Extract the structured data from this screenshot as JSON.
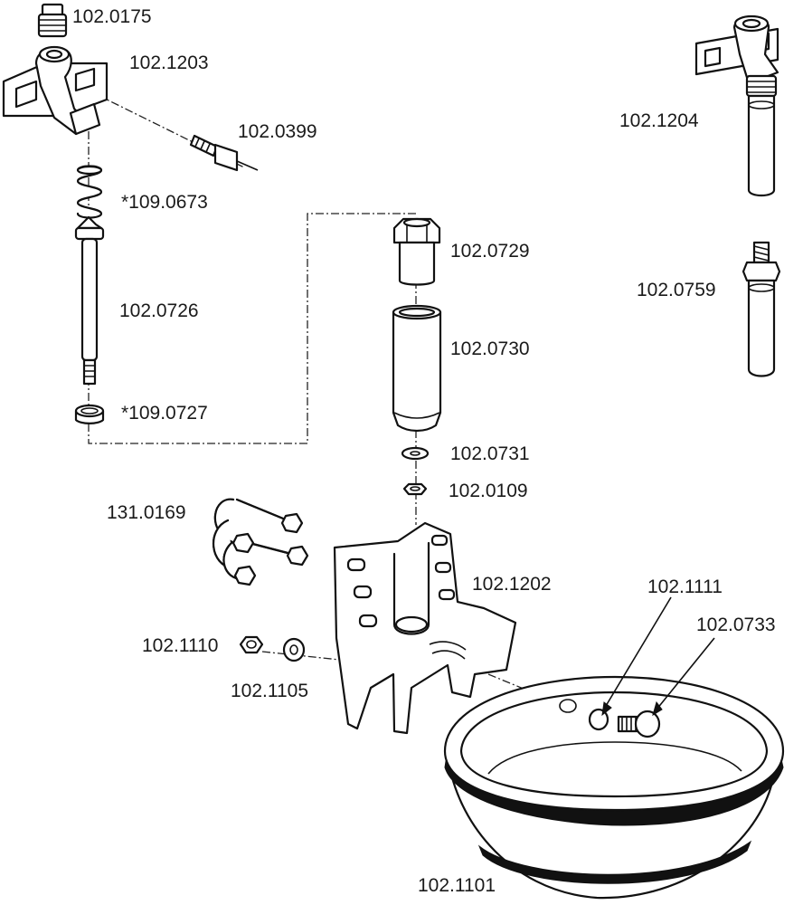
{
  "labels": {
    "p_102_0175": "102.0175",
    "p_102_1203": "102.1203",
    "p_102_0399": "102.0399",
    "p_109_0673": "*109.0673",
    "p_102_0726": "102.0726",
    "p_109_0727": "*109.0727",
    "p_102_0729": "102.0729",
    "p_102_0730": "102.0730",
    "p_102_0731": "102.0731",
    "p_102_0109": "102.0109",
    "p_131_0169": "131.0169",
    "p_102_1202": "102.1202",
    "p_102_1110": "102.1110",
    "p_102_1105": "102.1105",
    "p_102_1111": "102.1111",
    "p_102_0733": "102.0733",
    "p_102_1101": "102.1101",
    "p_102_1204": "102.1204",
    "p_102_0759": "102.0759"
  }
}
